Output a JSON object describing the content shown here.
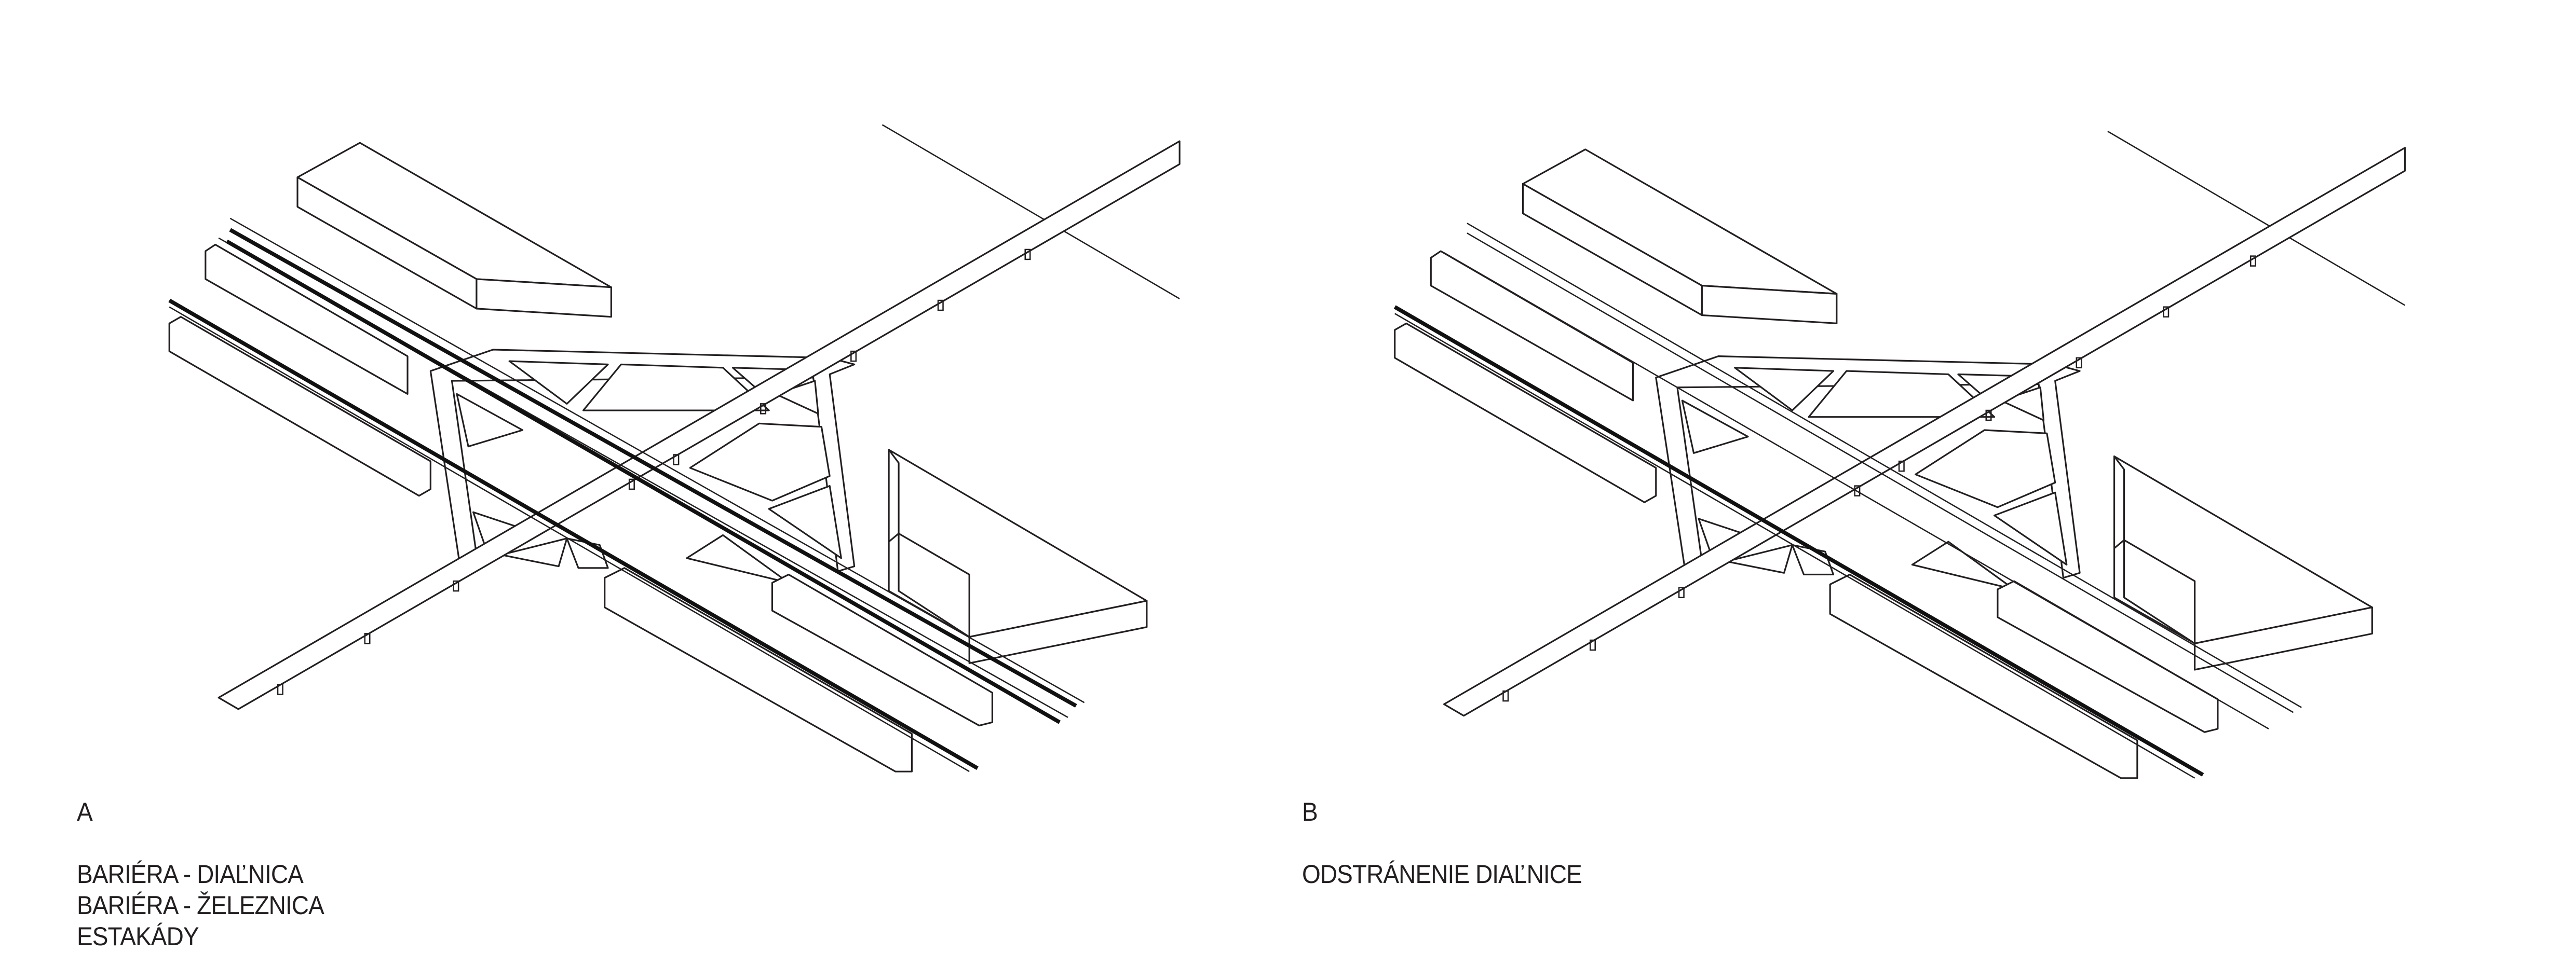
{
  "panels": [
    {
      "letter": "A",
      "captions": [
        "BARIÉRA - DIAĽNICA",
        "BARIÉRA - ŽELEZNICA",
        "ESTAKÁDY"
      ]
    },
    {
      "letter": "B",
      "captions": [
        "ODSTRÁNENIE DIAĽNICE"
      ]
    }
  ]
}
